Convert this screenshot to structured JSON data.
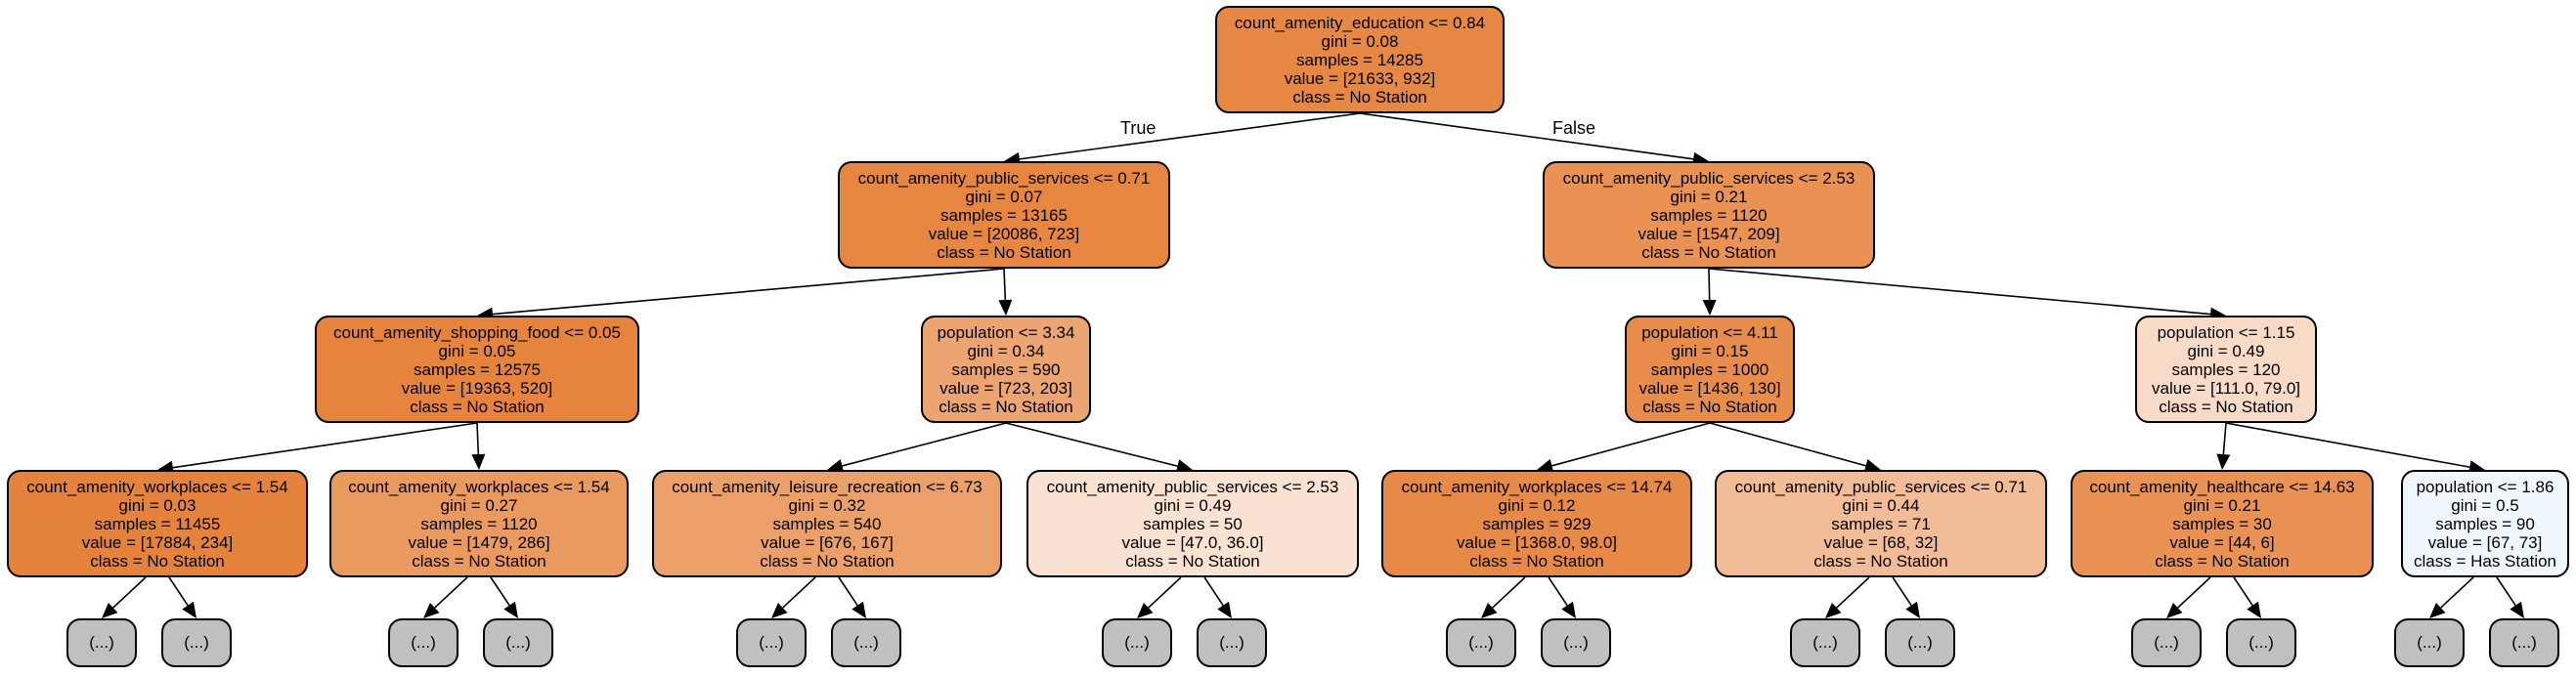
{
  "edge_labels": {
    "true_label": "True",
    "false_label": "False"
  },
  "truncated_label": "(...)",
  "colors": {
    "no_station_dark": "#e58139",
    "has_station": "#399de5",
    "truncated": "#c0c0c0"
  },
  "nodes": [
    {
      "id": "root",
      "lines": [
        "count_amenity_education <= 0.84",
        "gini = 0.08",
        "samples = 14285",
        "value = [21633, 932]",
        "class = No Station"
      ],
      "fill": "#e68743"
    },
    {
      "id": "n_l",
      "lines": [
        "count_amenity_public_services <= 0.71",
        "gini = 0.07",
        "samples = 13165",
        "value = [20086, 723]",
        "class = No Station"
      ],
      "fill": "#e68640"
    },
    {
      "id": "n_r",
      "lines": [
        "count_amenity_public_services <= 2.53",
        "gini = 0.21",
        "samples = 1120",
        "value = [1547, 209]",
        "class = No Station"
      ],
      "fill": "#e99254"
    },
    {
      "id": "n_ll",
      "lines": [
        "count_amenity_shopping_food <= 0.05",
        "gini = 0.05",
        "samples = 12575",
        "value = [19363, 520]",
        "class = No Station"
      ],
      "fill": "#e6843e"
    },
    {
      "id": "n_lr",
      "lines": [
        "population <= 3.34",
        "gini = 0.34",
        "samples = 590",
        "value = [723, 203]",
        "class = No Station"
      ],
      "fill": "#eca471"
    },
    {
      "id": "n_rl",
      "lines": [
        "population <= 4.11",
        "gini = 0.15",
        "samples = 1000",
        "value = [1436, 130]",
        "class = No Station"
      ],
      "fill": "#e78c4b"
    },
    {
      "id": "n_rr",
      "lines": [
        "population <= 1.15",
        "gini = 0.49",
        "samples = 120",
        "value = [111.0, 79.0]",
        "class = No Station"
      ],
      "fill": "#f8dbc6"
    },
    {
      "id": "n_lll",
      "lines": [
        "count_amenity_workplaces <= 1.54",
        "gini = 0.03",
        "samples = 11455",
        "value = [17884, 234]",
        "class = No Station"
      ],
      "fill": "#e5833c"
    },
    {
      "id": "n_llr",
      "lines": [
        "count_amenity_workplaces <= 1.54",
        "gini = 0.27",
        "samples = 1120",
        "value = [1479, 286]",
        "class = No Station"
      ],
      "fill": "#ea995f"
    },
    {
      "id": "n_lrl",
      "lines": [
        "count_amenity_leisure_recreation <= 6.73",
        "gini = 0.32",
        "samples = 540",
        "value = [676, 167]",
        "class = No Station"
      ],
      "fill": "#eba06a"
    },
    {
      "id": "n_lrr",
      "lines": [
        "count_amenity_public_services <= 2.53",
        "gini = 0.49",
        "samples = 50",
        "value = [47.0, 36.0]",
        "class = No Station"
      ],
      "fill": "#f9e2d1"
    },
    {
      "id": "n_rll",
      "lines": [
        "count_amenity_workplaces <= 14.74",
        "gini = 0.12",
        "samples = 929",
        "value = [1368.0, 98.0]",
        "class = No Station"
      ],
      "fill": "#e78a47"
    },
    {
      "id": "n_rlr",
      "lines": [
        "count_amenity_public_services <= 0.71",
        "gini = 0.44",
        "samples = 71",
        "value = [68, 32]",
        "class = No Station"
      ],
      "fill": "#f1bc96"
    },
    {
      "id": "n_rrl",
      "lines": [
        "count_amenity_healthcare <= 14.63",
        "gini = 0.21",
        "samples = 30",
        "value = [44, 6]",
        "class = No Station"
      ],
      "fill": "#e99254"
    },
    {
      "id": "n_rrr",
      "lines": [
        "population <= 1.86",
        "gini = 0.5",
        "samples = 90",
        "value = [67, 73]",
        "class = Has Station"
      ],
      "fill": "#eff7fd"
    }
  ]
}
